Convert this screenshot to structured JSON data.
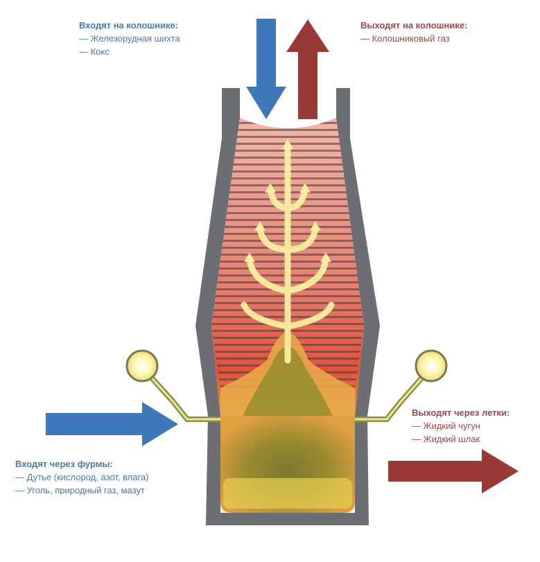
{
  "top_in": {
    "title": "Входят на колошнике:",
    "items": [
      "— Железорудная шихта",
      "— Кокс"
    ]
  },
  "top_out": {
    "title": "Выходят на колошнике:",
    "items": [
      "— Колошниковый газ"
    ]
  },
  "tuyere_in": {
    "title": "Входят через фурмы:",
    "items": [
      "— Дутье (кислород, азот, влага)",
      "— Уголь, природный газ, мазут"
    ]
  },
  "taphole_out": {
    "title": "Выходят через летки:",
    "items": [
      "— Жидкий чугун",
      "— Жидкий шлак"
    ]
  },
  "colors": {
    "input_arrow": "#3f78b8",
    "output_arrow": "#9a3a36",
    "wall": "#6b6e72",
    "hot_zone": "#e8553a",
    "slag_iron": "#8a8a2a"
  }
}
